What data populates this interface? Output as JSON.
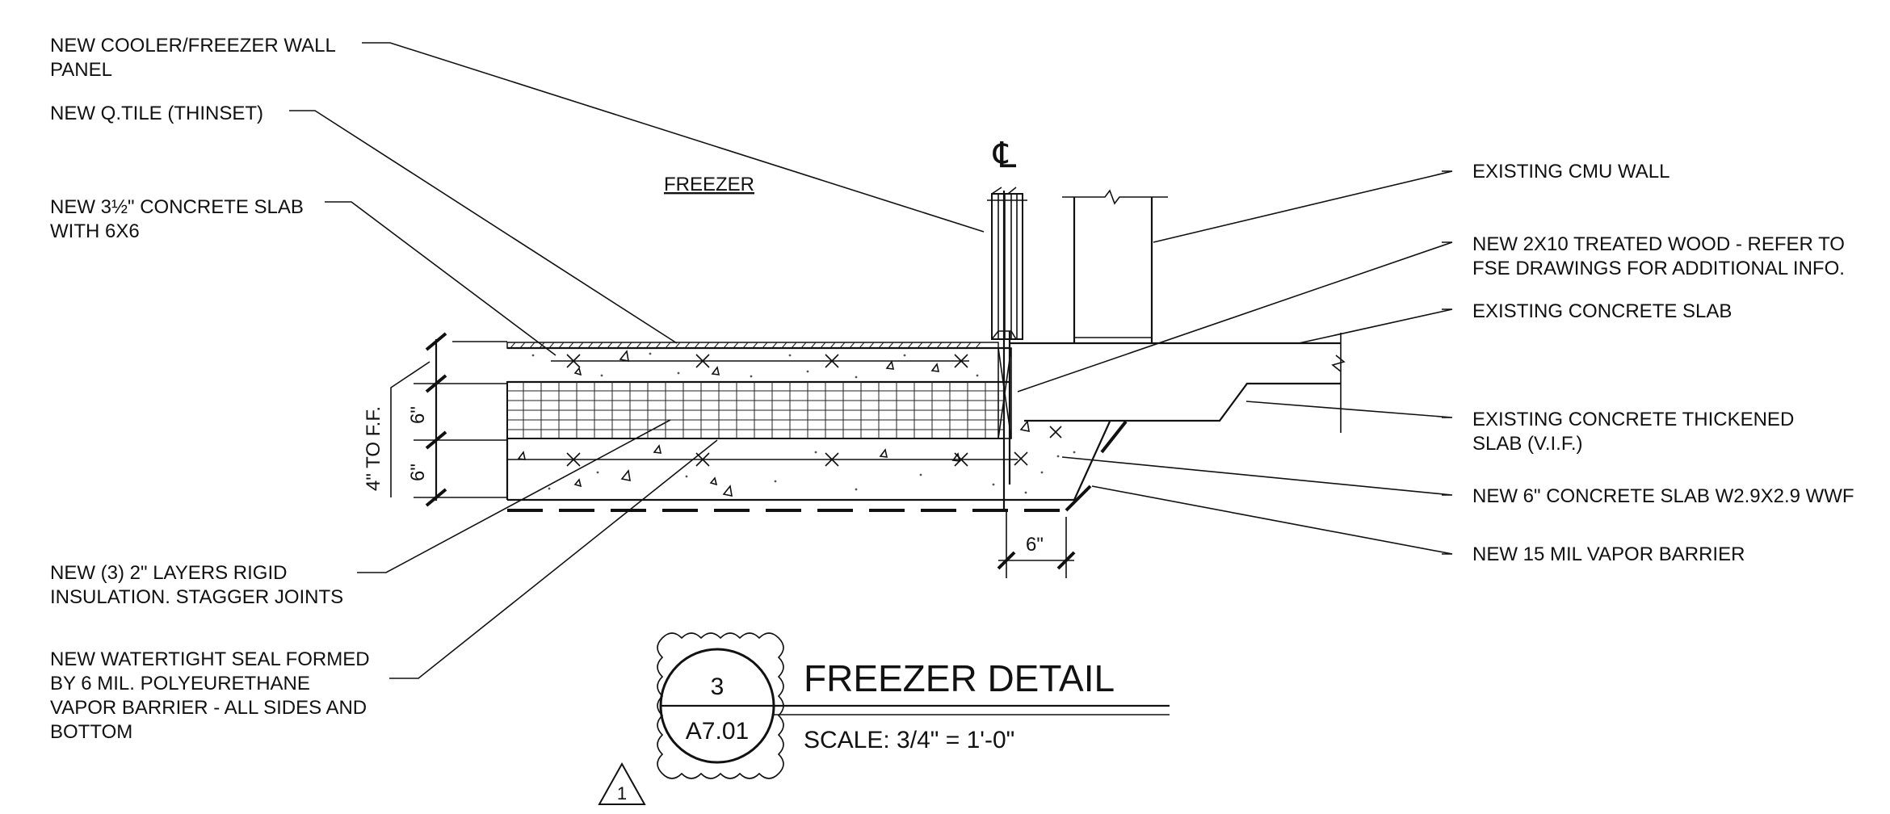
{
  "drawing": {
    "space_label": "FREEZER",
    "centerline_symbol": "℄",
    "callouts_left": [
      {
        "lines": [
          "NEW COOLER/FREEZER WALL",
          "PANEL"
        ]
      },
      {
        "lines": [
          "NEW Q.TILE (THINSET)"
        ]
      },
      {
        "lines": [
          "NEW 3½\" CONCRETE SLAB",
          "WITH 6X6"
        ]
      },
      {
        "lines": [
          "NEW (3) 2\" LAYERS RIGID",
          "INSULATION. STAGGER JOINTS"
        ]
      },
      {
        "lines": [
          "NEW WATERTIGHT SEAL FORMED",
          "BY 6 MIL. POLYEURETHANE",
          "VAPOR BARRIER - ALL SIDES AND",
          "BOTTOM"
        ]
      }
    ],
    "callouts_right": [
      {
        "lines": [
          "EXISTING CMU WALL"
        ]
      },
      {
        "lines": [
          "NEW 2X10 TREATED WOOD - REFER TO",
          "FSE DRAWINGS FOR ADDITIONAL INFO."
        ]
      },
      {
        "lines": [
          "EXISTING CONCRETE SLAB"
        ]
      },
      {
        "lines": [
          "EXISTING CONCRETE THICKENED",
          "SLAB (V.I.F.)"
        ]
      },
      {
        "lines": [
          "NEW 6\" CONCRETE SLAB W2.9X2.9 WWF"
        ]
      },
      {
        "lines": [
          "NEW 15 MIL VAPOR BARRIER"
        ]
      }
    ],
    "dimensions": {
      "overall": "4\" TO F.F.",
      "insulation": "6\"",
      "slab": "6\"",
      "footing_width": "6\""
    },
    "title_block": {
      "detail_number": "3",
      "sheet_number": "A7.01",
      "title": "FREEZER DETAIL",
      "scale": "SCALE: 3/4\" = 1'-0\"",
      "revision": "1"
    }
  }
}
